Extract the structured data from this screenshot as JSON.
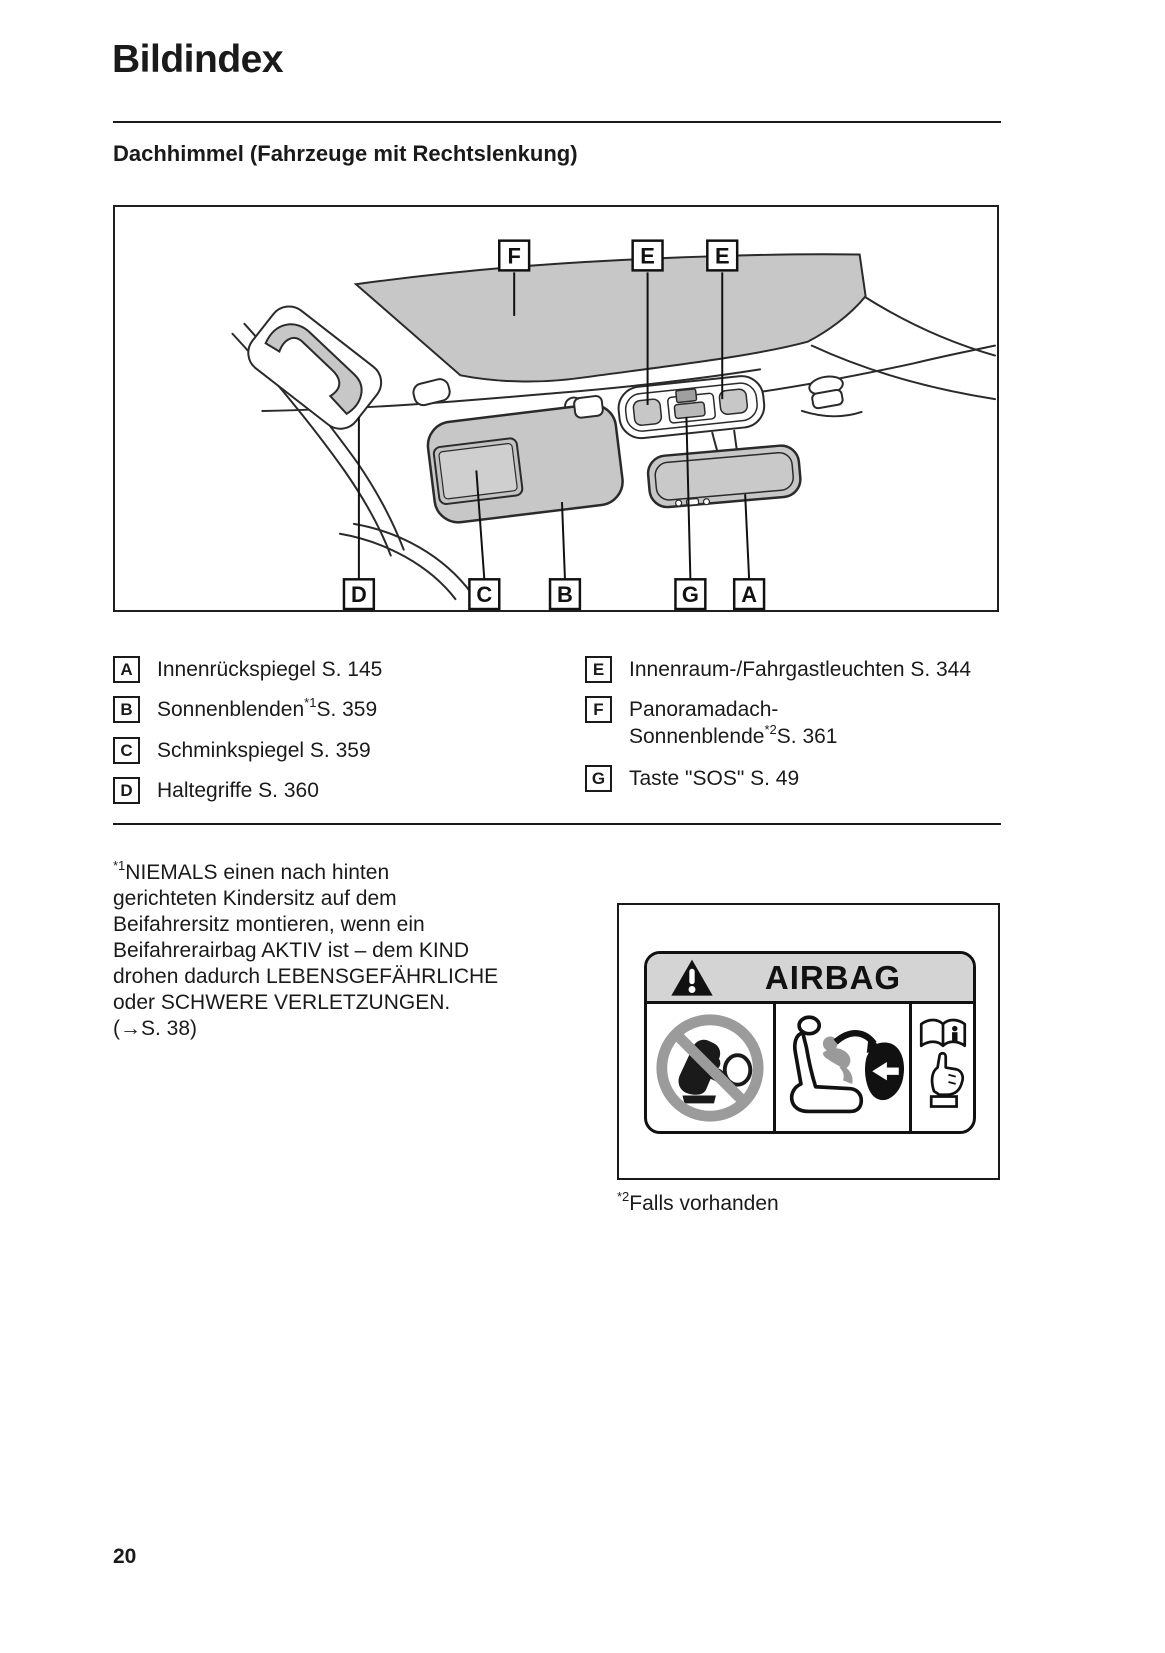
{
  "page": {
    "title": "Bildindex",
    "subtitle": "Dachhimmel (Fahrzeuge mit Rechtslenkung)",
    "page_number": "20"
  },
  "diagram": {
    "callouts": [
      {
        "letter": "F"
      },
      {
        "letter": "E"
      },
      {
        "letter": "E"
      },
      {
        "letter": "D"
      },
      {
        "letter": "C"
      },
      {
        "letter": "B"
      },
      {
        "letter": "G"
      },
      {
        "letter": "A"
      }
    ]
  },
  "legend": {
    "left": [
      {
        "letter": "A",
        "pre": "Innenrückspiegel S. 145",
        "sup": "",
        "post": ""
      },
      {
        "letter": "B",
        "pre": "Sonnenblenden",
        "sup": "*1",
        "post": "S. 359"
      },
      {
        "letter": "C",
        "pre": "Schminkspiegel S. 359",
        "sup": "",
        "post": ""
      },
      {
        "letter": "D",
        "pre": "Haltegriffe S. 360",
        "sup": "",
        "post": ""
      }
    ],
    "right": [
      {
        "letter": "E",
        "pre": "Innenraum-/Fahrgastleuchten S. 344",
        "sup": "",
        "post": ""
      },
      {
        "letter": "F",
        "line1": "Panoramadach-",
        "line2_pre": "Sonnenblende",
        "line2_sup": "*2",
        "line2_post": "S. 361"
      },
      {
        "letter": "G",
        "pre": "Taste \"SOS\" S. 49",
        "sup": "",
        "post": ""
      }
    ]
  },
  "footnote": {
    "sup": "*1",
    "lines": [
      "NIEMALS einen nach hinten",
      "gerichteten Kindersitz auf dem",
      "Beifahrersitz montieren, wenn ein",
      "Beifahrerairbag AKTIV ist – dem KIND",
      "drohen dadurch LEBENSGEFÄHRLICHE",
      "oder SCHWERE VERLETZUNGEN.",
      "(→S. 38)"
    ]
  },
  "airbag": {
    "header": "AIRBAG",
    "note_sup": "*2",
    "note": "Falls vorhanden",
    "icons": [
      "warning-triangle-icon",
      "no-rear-facing-child-seat-icon",
      "airbag-deployment-icon",
      "read-manual-icon"
    ]
  },
  "colors": {
    "ink": "#1a1a1a",
    "part_gray": "#c7c7c7",
    "label_header_gray": "#d4d4d4",
    "prohibition_gray": "#9b9b9b"
  }
}
